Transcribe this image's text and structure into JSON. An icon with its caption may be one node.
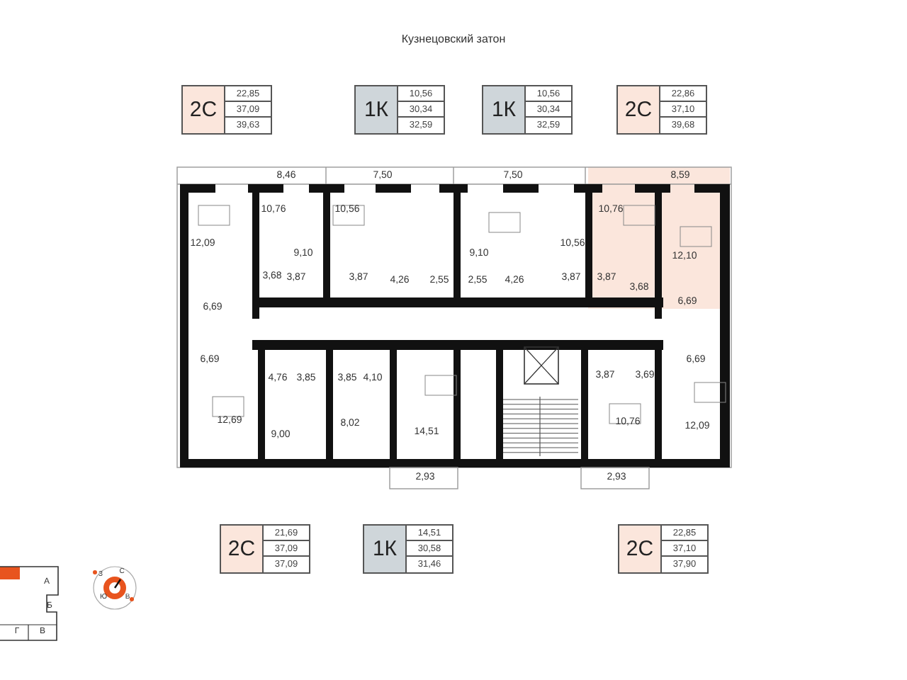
{
  "diagram": {
    "nodes": [
      {
        "text": [
          "2С",
          "22,85",
          "37,09",
          "39,63"
        ]
      },
      {
        "text": [
          "1К",
          "10,56",
          "30,34",
          "32,59"
        ]
      },
      {
        "text": [
          "1К",
          "10,56",
          "30,34",
          "32,59"
        ]
      },
      {
        "text": [
          "2С",
          "22,86",
          "37,10",
          "39,68"
        ]
      },
      {
        "text": [
          "2С",
          "21,69",
          "37,09",
          "37,09"
        ]
      },
      {
        "text": [
          "1К",
          "14,51",
          "30,58",
          "31,46"
        ]
      },
      {
        "text": [
          "2С",
          "22,85",
          "37,10",
          "37,90"
        ]
      }
    ],
    "labels": [
      "Кузнецовский затон",
      "8,46",
      "7,50",
      "7,50",
      "8,59",
      "10,76",
      "10,56",
      "10,76",
      "12,09",
      "9,10",
      "9,10",
      "10,56",
      "12,10",
      "3,68",
      "3,87",
      "3,87",
      "4,26",
      "2,55",
      "2,55",
      "4,26",
      "3,87",
      "3,87",
      "3,68",
      "6,69",
      "6,69",
      "6,69",
      "4,76",
      "3,85",
      "3,85",
      "4,10",
      "12,69",
      "9,00",
      "8,02",
      "14,51",
      "3,87",
      "3,69",
      "6,69",
      "10,76",
      "12,09",
      "2,93",
      "2,93",
      "А",
      "Б",
      "Г",
      "В",
      "З",
      "С",
      "Ю",
      "В"
    ]
  }
}
